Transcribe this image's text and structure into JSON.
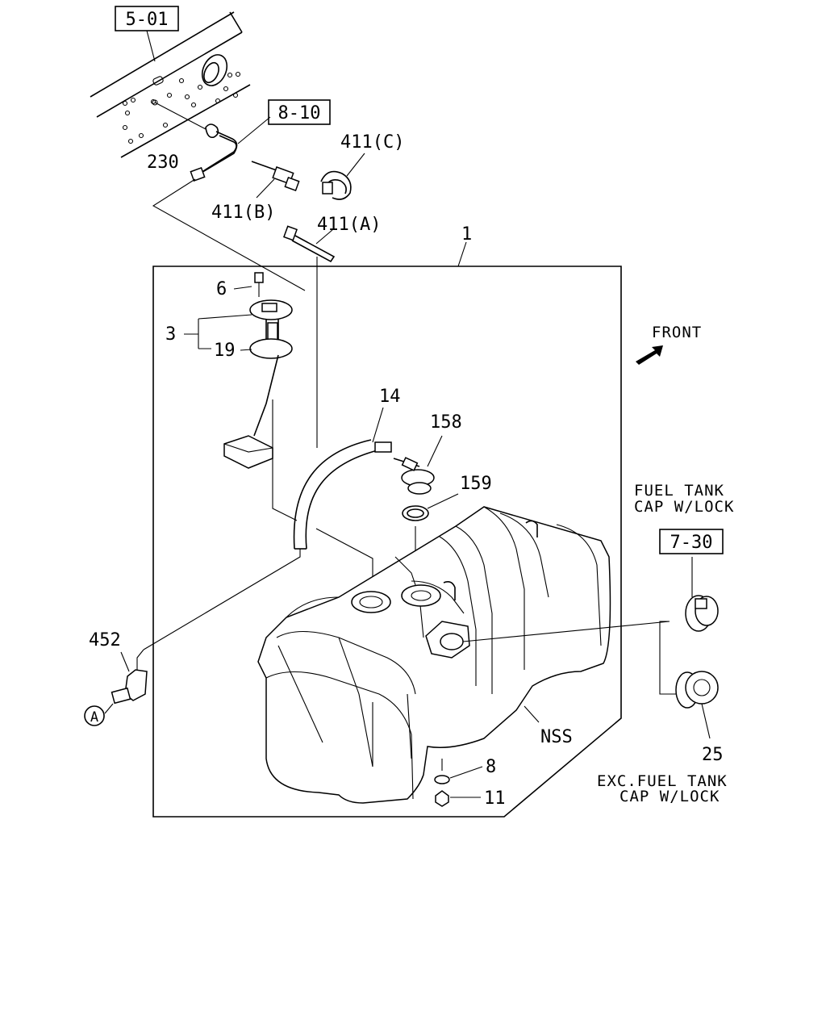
{
  "diagram": {
    "boxed_refs": {
      "ref_5_01": "5-01",
      "ref_8_10": "8-10",
      "ref_7_30": "7-30"
    },
    "labels": {
      "p230": "230",
      "p411c": "411(C)",
      "p411b": "411(B)",
      "p411a": "411(A)",
      "p1": "1",
      "p6": "6",
      "p3": "3",
      "p19": "19",
      "p14": "14",
      "p158": "158",
      "p159": "159",
      "p452": "452",
      "circle_a": "A",
      "nss": "NSS",
      "p8": "8",
      "p11": "11",
      "p25": "25"
    },
    "front_label": "FRONT",
    "notes": {
      "with_lock_line1": "FUEL TANK",
      "with_lock_line2": "CAP W/LOCK",
      "without_lock_line1": "EXC.FUEL TANK",
      "without_lock_line2": "CAP W/LOCK"
    }
  }
}
